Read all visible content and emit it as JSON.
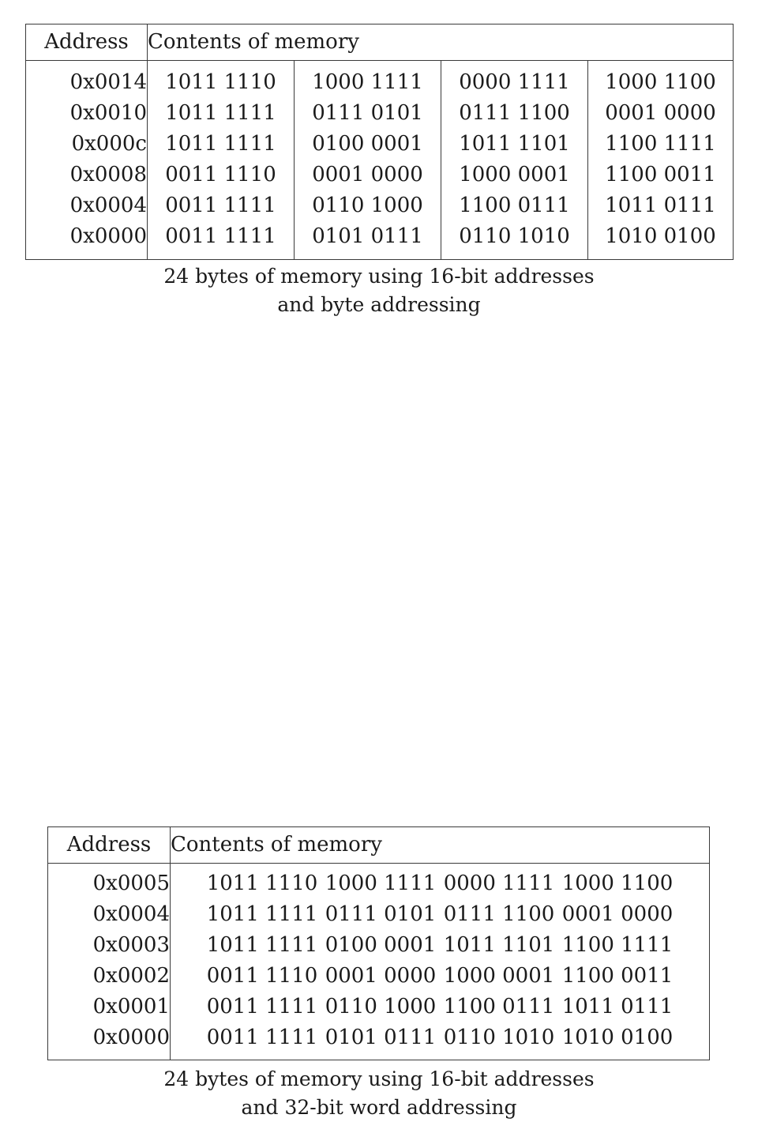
{
  "figures": [
    {
      "id": "byte-addressing",
      "style": "ruled-columns",
      "headers": {
        "address": "Address",
        "contents": "Contents of memory"
      },
      "rows": [
        {
          "address": "0x0014",
          "bytes": [
            "1011 1110",
            "1000 1111",
            "0000 1111",
            "1000 1100"
          ]
        },
        {
          "address": "0x0010",
          "bytes": [
            "1011 1111",
            "0111 0101",
            "0111 1100",
            "0001 0000"
          ]
        },
        {
          "address": "0x000c",
          "bytes": [
            "1011 1111",
            "0100 0001",
            "1011 1101",
            "1100 1111"
          ]
        },
        {
          "address": "0x0008",
          "bytes": [
            "0011 1110",
            "0001 0000",
            "1000 0001",
            "1100 0011"
          ]
        },
        {
          "address": "0x0004",
          "bytes": [
            "0011 1111",
            "0110 1000",
            "1100 0111",
            "1011 0111"
          ]
        },
        {
          "address": "0x0000",
          "bytes": [
            "0011 1111",
            "0101 0111",
            "0110 1010",
            "1010 0100"
          ]
        }
      ],
      "caption": {
        "line1": "24 bytes of memory using 16-bit addresses",
        "line2": "and byte addressing"
      }
    },
    {
      "id": "word-addressing",
      "style": "plain-columns",
      "headers": {
        "address": "Address",
        "contents": "Contents of memory"
      },
      "rows": [
        {
          "address": "0x0005",
          "bytes": [
            "1011 1110",
            "1000 1111",
            "0000 1111",
            "1000 1100"
          ]
        },
        {
          "address": "0x0004",
          "bytes": [
            "1011 1111",
            "0111 0101",
            "0111 1100",
            "0001 0000"
          ]
        },
        {
          "address": "0x0003",
          "bytes": [
            "1011 1111",
            "0100 0001",
            "1011 1101",
            "1100 1111"
          ]
        },
        {
          "address": "0x0002",
          "bytes": [
            "0011 1110",
            "0001 0000",
            "1000 0001",
            "1100 0011"
          ]
        },
        {
          "address": "0x0001",
          "bytes": [
            "0011 1111",
            "0110 1000",
            "1100 0111",
            "1011 0111"
          ]
        },
        {
          "address": "0x0000",
          "bytes": [
            "0011 1111",
            "0101 0111",
            "0110 1010",
            "1010 0100"
          ]
        }
      ],
      "caption": {
        "line1": "24 bytes of memory using 16-bit addresses",
        "line2": "and 32-bit word addressing"
      }
    }
  ],
  "colors": {
    "rule": "#3a3a3a",
    "text": "#1a1a1a",
    "background": "#ffffff"
  }
}
